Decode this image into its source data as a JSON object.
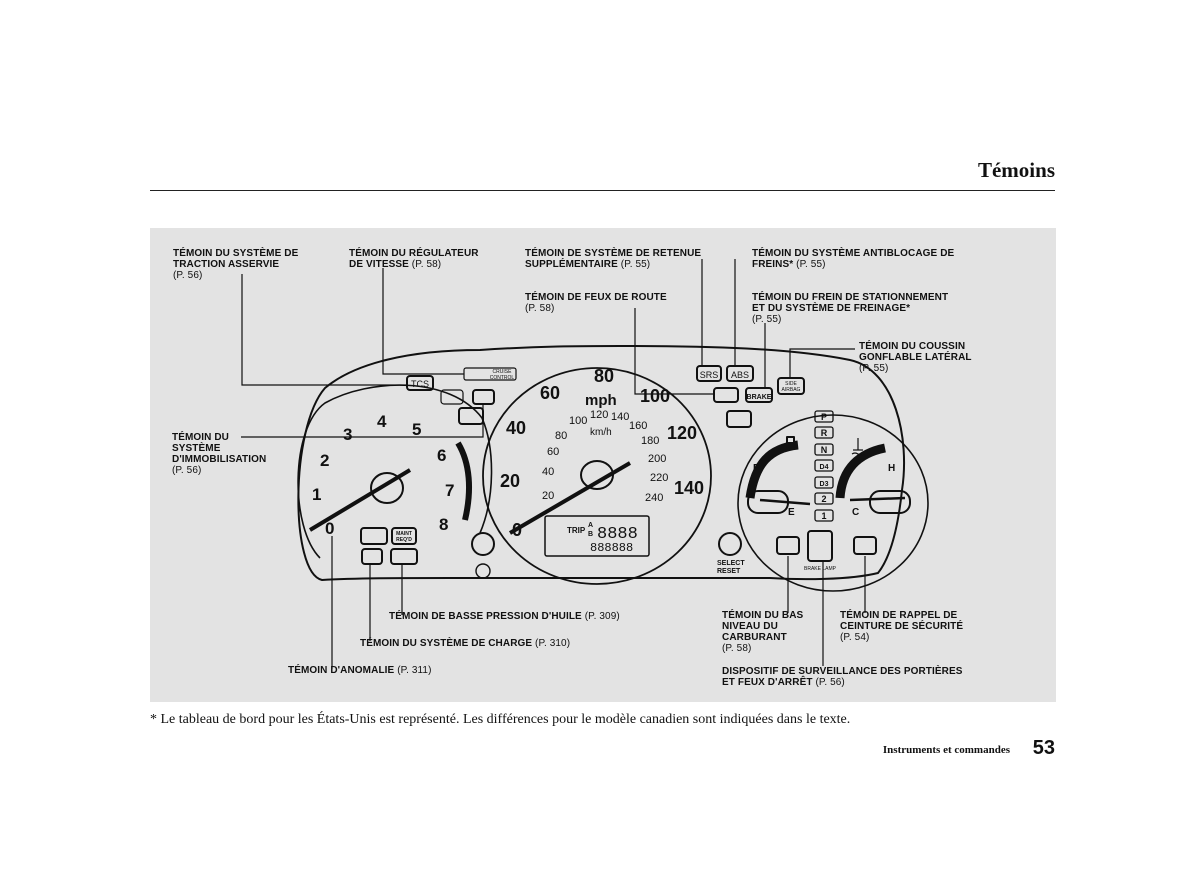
{
  "page": {
    "title": "Témoins",
    "footnote": "* Le tableau de bord pour les États-Unis est représenté. Les différences pour le modèle canadien sont indiquées dans le texte.",
    "section": "Instruments et commandes",
    "number": "53"
  },
  "callouts": {
    "tcs": {
      "text": "TÉMOIN DU SYSTÈME DE\nTRACTION ASSERVIE\n",
      "ref": "(P. 56)"
    },
    "cruise": {
      "text": "TÉMOIN DU RÉGULATEUR\nDE VITESSE ",
      "ref": "(P. 58)"
    },
    "srs": {
      "text": "TÉMOIN DE SYSTÈME DE RETENUE\nSUPPLÉMENTAIRE ",
      "ref": "(P. 55)"
    },
    "abs": {
      "text": "TÉMOIN DU SYSTÈME ANTIBLOCAGE DE\nFREINS* ",
      "ref": "(P. 55)"
    },
    "highbeam": {
      "text": "TÉMOIN DE FEUX DE ROUTE\n",
      "ref": "(P. 58)"
    },
    "brake": {
      "text": "TÉMOIN DU FREIN DE STATIONNEMENT\nET DU SYSTÈME DE FREINAGE*\n",
      "ref": "(P. 55)"
    },
    "side_airbag": {
      "text": "TÉMOIN DU COUSSIN\nGONFLABLE LATÉRAL\n",
      "ref": "(P. 55)"
    },
    "immobilizer": {
      "text": "TÉMOIN DU\nSYSTÈME\nD'IMMOBILISATION\n",
      "ref": "(P. 56)"
    },
    "oil": {
      "text": "TÉMOIN DE BASSE PRESSION D'HUILE ",
      "ref": "(P. 309)"
    },
    "charge": {
      "text": "TÉMOIN DU SYSTÈME DE CHARGE ",
      "ref": "(P. 310)"
    },
    "malfunction": {
      "text": "TÉMOIN D'ANOMALIE ",
      "ref": "(P. 311)"
    },
    "fuel": {
      "text": "TÉMOIN DU BAS\nNIVEAU DU\nCARBURANT\n",
      "ref": "(P. 58)"
    },
    "seatbelt": {
      "text": "TÉMOIN DE RAPPEL DE\nCEINTURE DE SÉCURITÉ\n",
      "ref": "(P. 54)"
    },
    "door": {
      "text": "DISPOSITIF DE SURVEILLANCE DES PORTIÈRES\nET FEUX D'ARRÊT ",
      "ref": "(P. 56)"
    }
  },
  "cluster": {
    "tach_numbers": [
      "0",
      "1",
      "2",
      "3",
      "4",
      "5",
      "6",
      "7",
      "8"
    ],
    "speed_mph": [
      "0",
      "20",
      "40",
      "60",
      "80",
      "100",
      "120",
      "140"
    ],
    "speed_kmh": [
      "20",
      "40",
      "60",
      "80",
      "100",
      "120",
      "140",
      "160",
      "180",
      "200",
      "220",
      "240"
    ],
    "mph_label": "mph",
    "kmh_label": "km/h",
    "trip_label": "TRIP",
    "trip_ab": [
      "A",
      "B"
    ],
    "trip_digits": "8888",
    "odo_digits": "888888",
    "select_reset": [
      "SELECT",
      "RESET"
    ],
    "gears": [
      "P",
      "R",
      "N",
      "D4",
      "D3",
      "2",
      "1"
    ],
    "fuel_letters": [
      "F",
      "E"
    ],
    "temp_letters": [
      "C",
      "H"
    ],
    "icons": {
      "tcs": "TCS",
      "cruise": [
        "CRUISE",
        "CONTROL"
      ],
      "srs": "SRS",
      "abs": "ABS",
      "brake": "BRAKE",
      "side_airbag": [
        "SIDE",
        "AIRBAG"
      ],
      "maint": [
        "MAINT",
        "REQ'D"
      ],
      "brake_lamp": "BRAKE LAMP"
    }
  }
}
